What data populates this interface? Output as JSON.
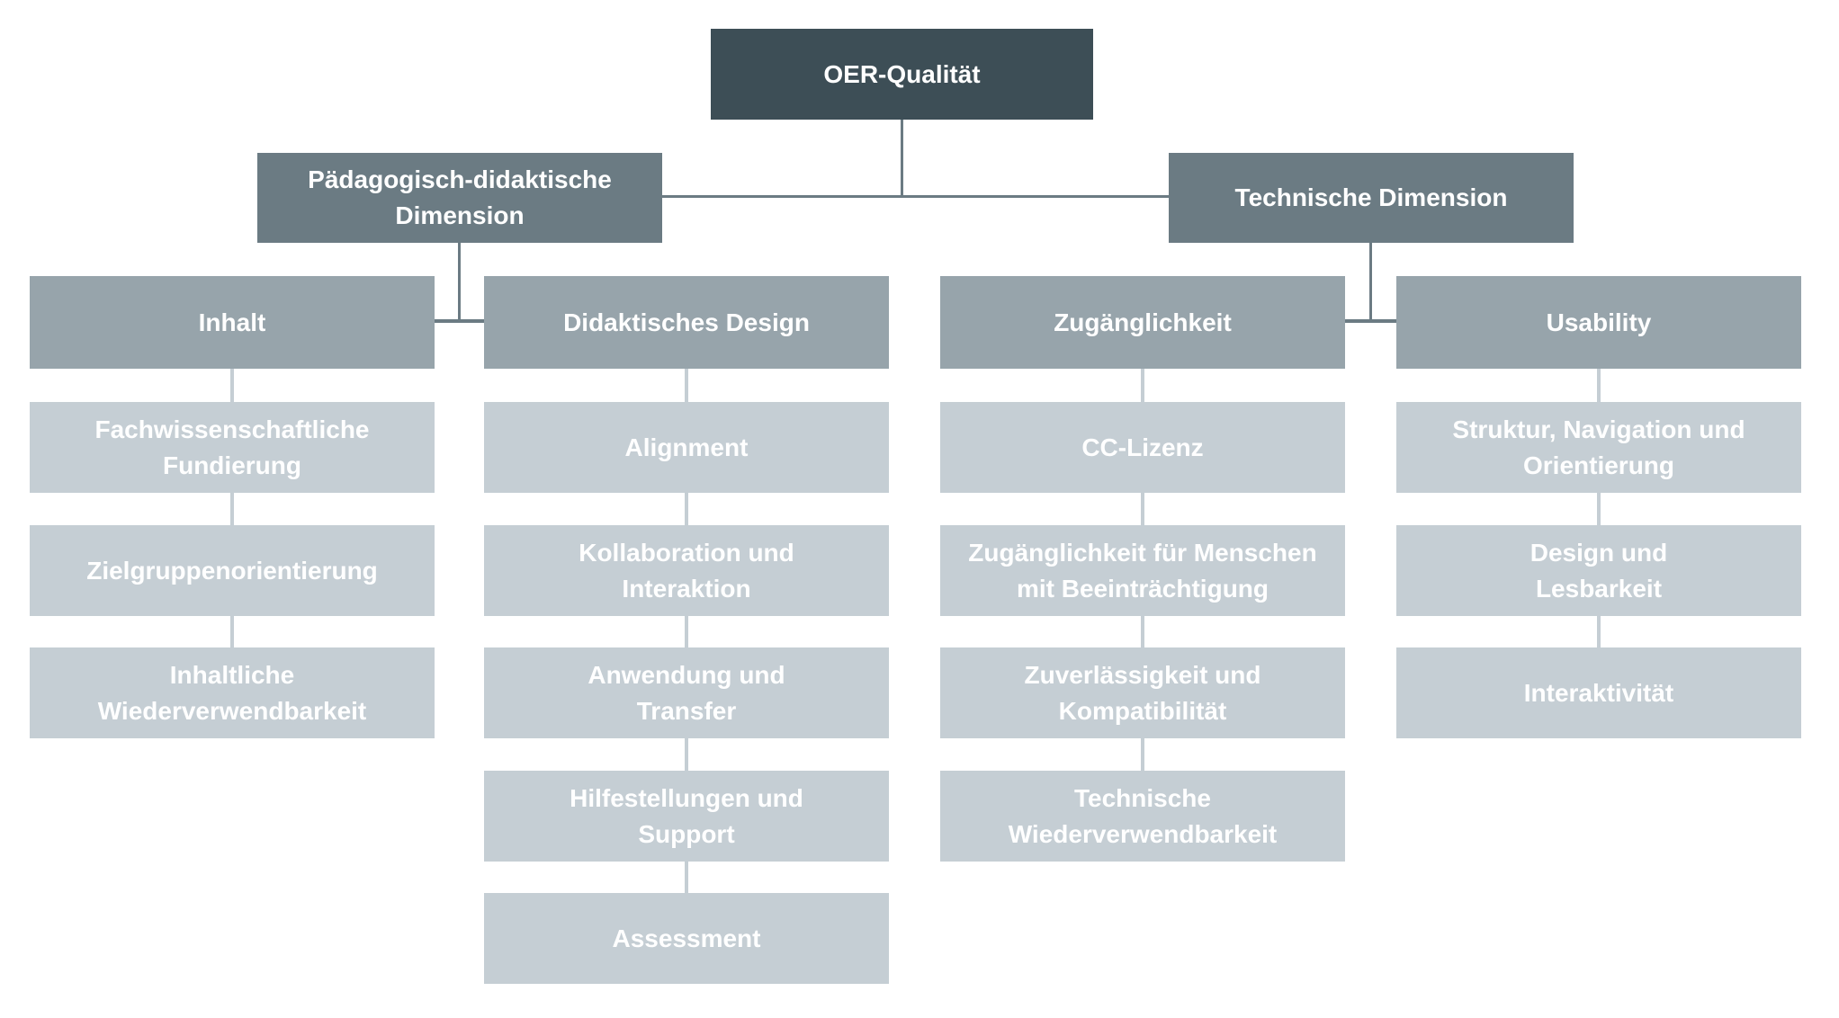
{
  "colors": {
    "level1": "#3d4e56",
    "level2": "#6b7b83",
    "level3": "#97a4ab",
    "level4": "#c5ced4",
    "connector_dark": "#6b7b83",
    "connector_light": "#c5ced4",
    "text": "#ffffff",
    "background": "#ffffff"
  },
  "chart": {
    "root": {
      "label": "OER-Qualität"
    },
    "branches": [
      {
        "label": "Pädagogisch-didaktische\nDimension",
        "groups": [
          {
            "label": "Inhalt",
            "children": [
              "Fachwissenschaftliche\nFundierung",
              "Zielgruppenorientierung",
              "Inhaltliche\nWiederverwendbarkeit"
            ]
          },
          {
            "label": "Didaktisches Design",
            "children": [
              "Alignment",
              "Kollaboration und\nInteraktion",
              "Anwendung und\nTransfer",
              "Hilfestellungen und\nSupport",
              "Assessment"
            ]
          }
        ]
      },
      {
        "label": "Technische Dimension",
        "groups": [
          {
            "label": "Zugänglichkeit",
            "children": [
              "CC-Lizenz",
              "Zugänglichkeit für Menschen\nmit Beeinträchtigung",
              "Zuverlässigkeit und\nKompatibilität",
              "Technische\nWiederverwendbarkeit"
            ]
          },
          {
            "label": "Usability",
            "children": [
              "Struktur, Navigation und\nOrientierung",
              "Design und\nLesbarkeit",
              "Interaktivität"
            ]
          }
        ]
      }
    ]
  }
}
